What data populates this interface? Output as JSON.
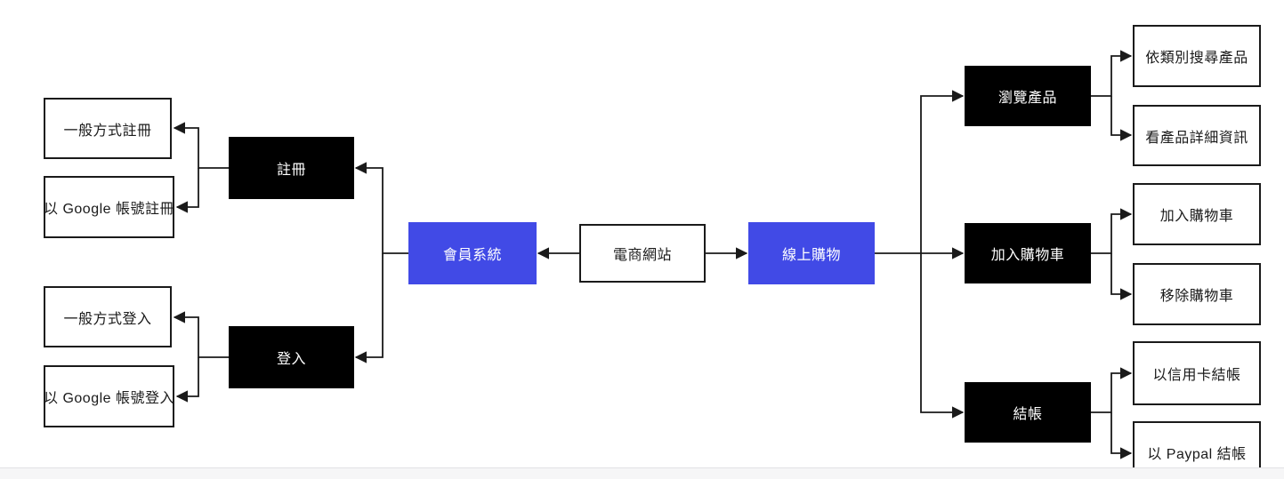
{
  "colors": {
    "accent_blue": "#414ae6",
    "node_black": "#000000",
    "leaf_white": "#ffffff",
    "line": "#1a1a1a",
    "footer_strip": "#f6f6f7"
  },
  "tree": {
    "root": {
      "label": "電商網站"
    },
    "member_system": {
      "label": "會員系統",
      "children": [
        {
          "label": "註冊",
          "children": [
            {
              "label": "一般方式註冊"
            },
            {
              "label": "以 Google 帳號註冊"
            }
          ]
        },
        {
          "label": "登入",
          "children": [
            {
              "label": "一般方式登入"
            },
            {
              "label": "以 Google 帳號登入"
            }
          ]
        }
      ]
    },
    "online_shopping": {
      "label": "線上購物",
      "children": [
        {
          "label": "瀏覽產品",
          "children": [
            {
              "label": "依類別搜尋產品"
            },
            {
              "label": "看產品詳細資訊"
            }
          ]
        },
        {
          "label": "加入購物車",
          "children": [
            {
              "label": "加入購物車"
            },
            {
              "label": "移除購物車"
            }
          ]
        },
        {
          "label": "結帳",
          "children": [
            {
              "label": "以信用卡結帳"
            },
            {
              "label": "以 Paypal 結帳"
            }
          ]
        }
      ]
    }
  }
}
